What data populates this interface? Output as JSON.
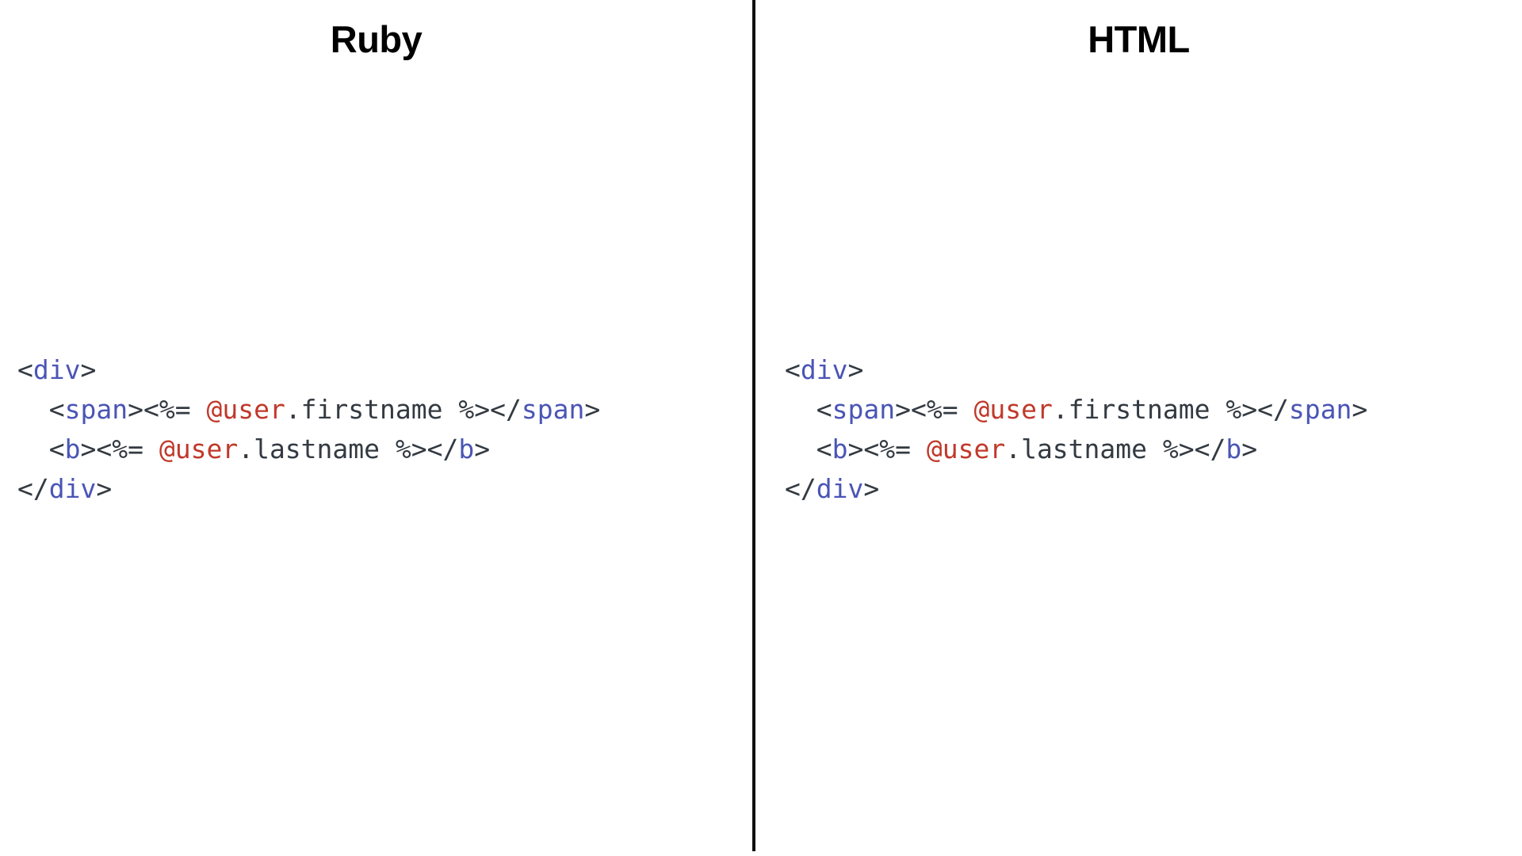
{
  "page": {
    "background": "#ffffff",
    "divider_color": "#101010"
  },
  "palette": {
    "tag": "#4a55b5",
    "punct": "#333a42",
    "ivar": "#c0392b",
    "plain": "#333a42",
    "title": "#000000"
  },
  "panels": [
    {
      "id": "ruby",
      "title": "Ruby",
      "code": {
        "language": "erb",
        "lines": [
          {
            "indent": "",
            "tokens": [
              {
                "kind": "punct",
                "text": "<"
              },
              {
                "kind": "tag",
                "text": "div"
              },
              {
                "kind": "punct",
                "text": ">"
              }
            ]
          },
          {
            "indent": "  ",
            "tokens": [
              {
                "kind": "punct",
                "text": "<"
              },
              {
                "kind": "tag",
                "text": "span"
              },
              {
                "kind": "punct",
                "text": ">"
              },
              {
                "kind": "erb",
                "text": "<%= "
              },
              {
                "kind": "ivar",
                "text": "@user"
              },
              {
                "kind": "plain",
                "text": ".firstname"
              },
              {
                "kind": "erb",
                "text": " %>"
              },
              {
                "kind": "punct",
                "text": "</"
              },
              {
                "kind": "tag",
                "text": "span"
              },
              {
                "kind": "punct",
                "text": ">"
              }
            ]
          },
          {
            "indent": "  ",
            "tokens": [
              {
                "kind": "punct",
                "text": "<"
              },
              {
                "kind": "tag",
                "text": "b"
              },
              {
                "kind": "punct",
                "text": ">"
              },
              {
                "kind": "erb",
                "text": "<%= "
              },
              {
                "kind": "ivar",
                "text": "@user"
              },
              {
                "kind": "plain",
                "text": ".lastname"
              },
              {
                "kind": "erb",
                "text": " %>"
              },
              {
                "kind": "punct",
                "text": "</"
              },
              {
                "kind": "tag",
                "text": "b"
              },
              {
                "kind": "punct",
                "text": ">"
              }
            ]
          },
          {
            "indent": "",
            "tokens": [
              {
                "kind": "punct",
                "text": "</"
              },
              {
                "kind": "tag",
                "text": "div"
              },
              {
                "kind": "punct",
                "text": ">"
              }
            ]
          }
        ],
        "plain_text": "<div>\n  <span><%= @user.firstname %></span>\n  <b><%= @user.lastname %></b>\n</div>"
      }
    },
    {
      "id": "html",
      "title": "HTML",
      "code": {
        "language": "erb",
        "lines": [
          {
            "indent": "",
            "tokens": [
              {
                "kind": "punct",
                "text": "<"
              },
              {
                "kind": "tag",
                "text": "div"
              },
              {
                "kind": "punct",
                "text": ">"
              }
            ]
          },
          {
            "indent": "  ",
            "tokens": [
              {
                "kind": "punct",
                "text": "<"
              },
              {
                "kind": "tag",
                "text": "span"
              },
              {
                "kind": "punct",
                "text": ">"
              },
              {
                "kind": "erb",
                "text": "<%= "
              },
              {
                "kind": "ivar",
                "text": "@user"
              },
              {
                "kind": "plain",
                "text": ".firstname"
              },
              {
                "kind": "erb",
                "text": " %>"
              },
              {
                "kind": "punct",
                "text": "</"
              },
              {
                "kind": "tag",
                "text": "span"
              },
              {
                "kind": "punct",
                "text": ">"
              }
            ]
          },
          {
            "indent": "  ",
            "tokens": [
              {
                "kind": "punct",
                "text": "<"
              },
              {
                "kind": "tag",
                "text": "b"
              },
              {
                "kind": "punct",
                "text": ">"
              },
              {
                "kind": "erb",
                "text": "<%= "
              },
              {
                "kind": "ivar",
                "text": "@user"
              },
              {
                "kind": "plain",
                "text": ".lastname"
              },
              {
                "kind": "erb",
                "text": " %>"
              },
              {
                "kind": "punct",
                "text": "</"
              },
              {
                "kind": "tag",
                "text": "b"
              },
              {
                "kind": "punct",
                "text": ">"
              }
            ]
          },
          {
            "indent": "",
            "tokens": [
              {
                "kind": "punct",
                "text": "</"
              },
              {
                "kind": "tag",
                "text": "div"
              },
              {
                "kind": "punct",
                "text": ">"
              }
            ]
          }
        ],
        "plain_text": "<div>\n  <span><%= @user.firstname %></span>\n  <b><%= @user.lastname %></b>\n</div>"
      }
    }
  ]
}
